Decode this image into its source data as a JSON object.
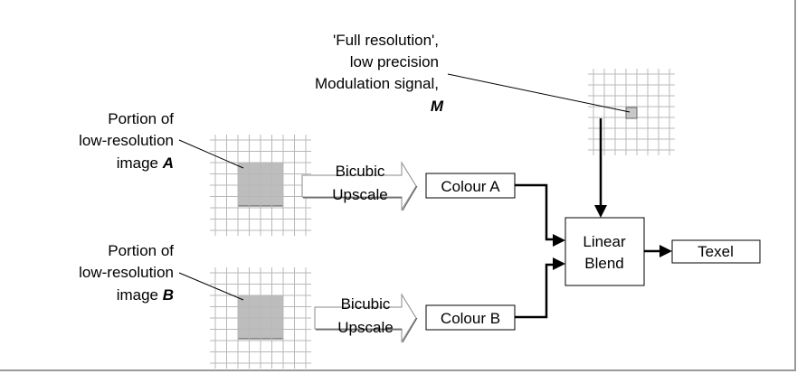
{
  "colors": {
    "grid": "#b8b8b8",
    "portion_fill": "#bdbdbd",
    "modulation_cell_fill": "#c8c8c8",
    "line": "#000000",
    "frame_shadow": "#9a9a9a"
  },
  "labels": {
    "modulation": {
      "line1": "'Full resolution',",
      "line2": "low precision",
      "line3": "Modulation signal,",
      "letter": "M"
    },
    "portion_a": {
      "line1": "Portion of",
      "line2": "low-resolution",
      "line3": "image ",
      "letter": "A"
    },
    "portion_b": {
      "line1": "Portion of",
      "line2": "low-resolution",
      "line3": "image ",
      "letter": "B"
    }
  },
  "arrows": {
    "upscale_a": {
      "line1": "Bicubic",
      "line2": "Upscale"
    },
    "upscale_b": {
      "line1": "Bicubic",
      "line2": "Upscale"
    }
  },
  "boxes": {
    "colour_a": "Colour A",
    "colour_b": "Colour B",
    "blend_line1": "Linear",
    "blend_line2": "Blend",
    "texel": "Texel"
  }
}
